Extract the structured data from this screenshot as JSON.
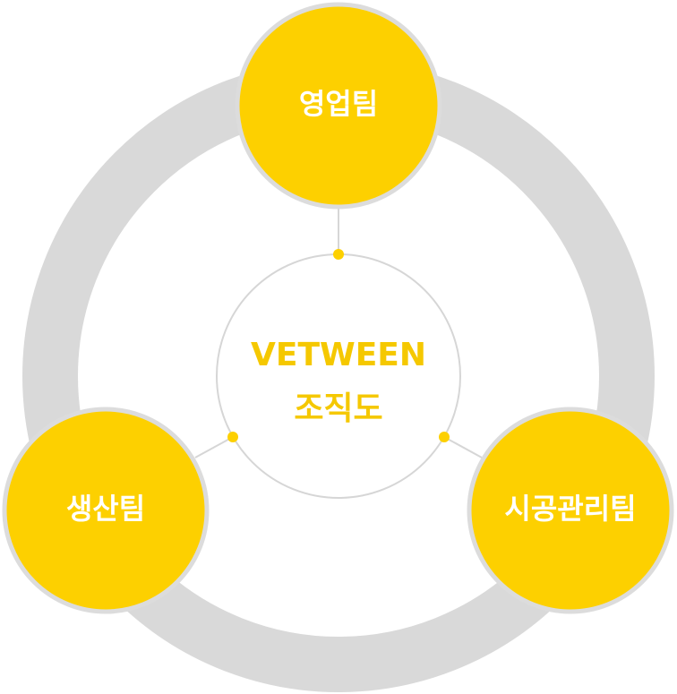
{
  "center": {
    "line1": "VETWEEN",
    "line2": "조직도"
  },
  "teams": {
    "sales": "영업팀",
    "production": "생산팀",
    "construction": "시공관리팀"
  },
  "colors": {
    "node_fill": "#fdd000",
    "node_border": "#dcdcdc",
    "ring": "#d9d9d9",
    "center_text": "#f5c800",
    "connector": "#d6d6d6",
    "dot": "#fdd000"
  }
}
